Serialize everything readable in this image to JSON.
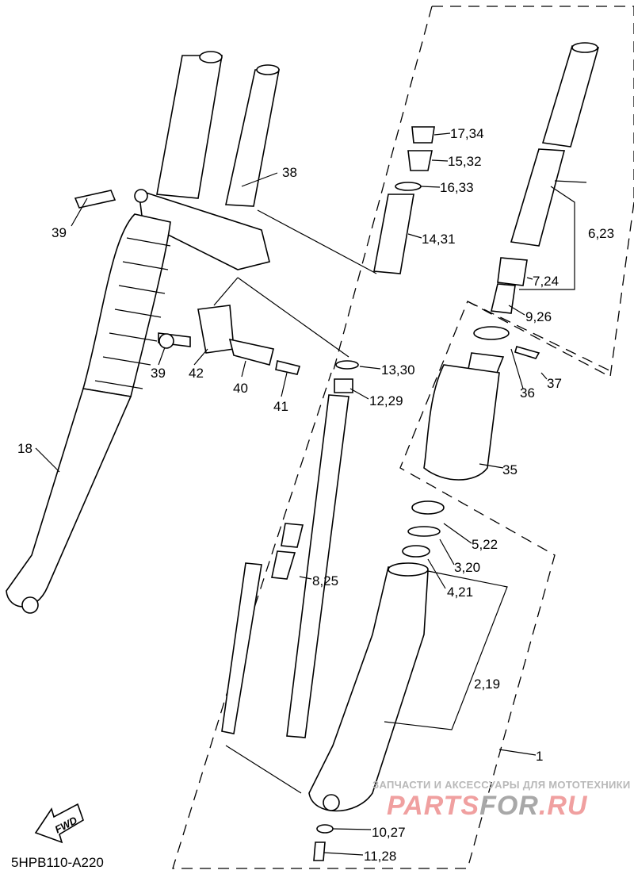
{
  "diagram_code": "5HPB110-A220",
  "fwd_label": "FWD",
  "watermark": {
    "tagline": "ЗАПЧАСТИ И АКСЕССУАРЫ ДЛЯ МОТОТЕХНИКИ",
    "brand_a": "PARTS",
    "brand_b": "FOR",
    "brand_c": ".RU"
  },
  "labels": {
    "p17": "17,34",
    "p15": "15,32",
    "p16": "16,33",
    "p14": "14,31",
    "p38": "38",
    "p39a": "39",
    "p6": "6,23",
    "p7": "7,24",
    "p9": "9,26",
    "p13": "13,30",
    "p12": "12,29",
    "p39b": "39",
    "p42": "42",
    "p40": "40",
    "p41": "41",
    "p37": "37",
    "p36": "36",
    "p35": "35",
    "p18": "18",
    "p5": "5,22",
    "p3": "3,20",
    "p4": "4,21",
    "p8": "8,25",
    "p2": "2,19",
    "p1": "1",
    "p10": "10,27",
    "p11": "11,28"
  }
}
